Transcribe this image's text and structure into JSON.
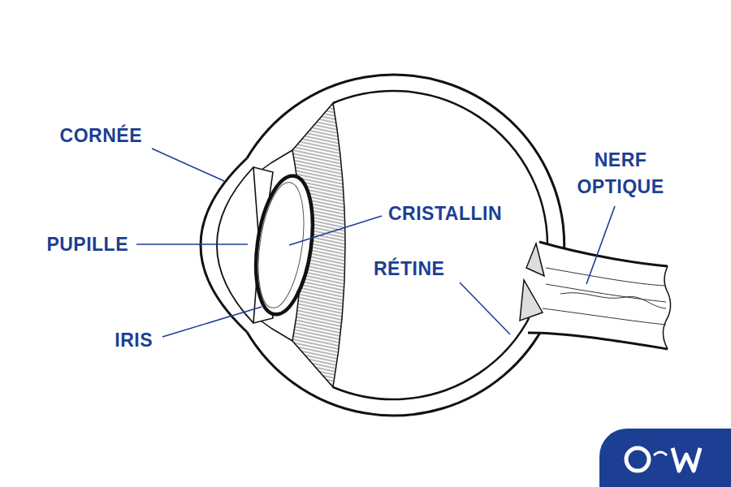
{
  "diagram": {
    "labels": [
      "CORNÉE",
      "PUPILLE",
      "IRIS",
      "CRISTALLIN",
      "RÉTINE",
      "NERF OPTIQUE"
    ]
  }
}
